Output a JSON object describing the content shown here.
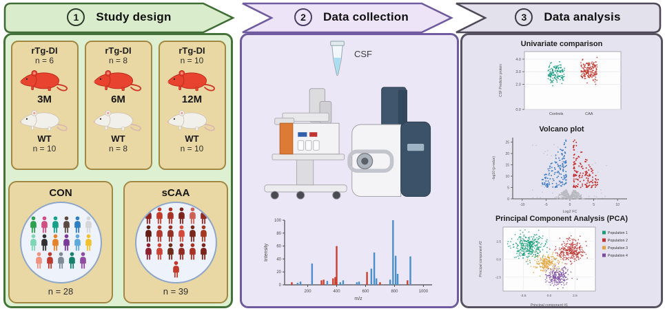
{
  "banners": [
    {
      "number": "1",
      "title": "Study design"
    },
    {
      "number": "2",
      "title": "Data collection"
    },
    {
      "number": "3",
      "title": "Data analysis"
    }
  ],
  "study": {
    "cards": [
      {
        "genotype": "rTg-DI",
        "n_tg": "n = 6",
        "age": "3M",
        "wt": "WT",
        "n_wt": "n = 10"
      },
      {
        "genotype": "rTg-DI",
        "n_tg": "n = 8",
        "age": "6M",
        "wt": "WT",
        "n_wt": "n = 8"
      },
      {
        "genotype": "rTg-DI",
        "n_tg": "n = 10",
        "age": "12M",
        "wt": "WT",
        "n_wt": "n = 10"
      }
    ],
    "rat_colors": {
      "red": {
        "body": "#e8432f",
        "outline": "#b92a1a",
        "ear": "#f59084",
        "tail": "#cf3a28"
      },
      "white": {
        "body": "#f2f0ea",
        "outline": "#cfc5b6",
        "ear": "#e8a9a0",
        "tail": "#dcb9ad"
      }
    }
  },
  "cohorts": [
    {
      "title": "CON",
      "n": "n = 28",
      "people": [
        "#2e9e4f",
        "#cf4f82",
        "#16a08a",
        "#5a4a40",
        "#2e7fc1",
        "#d4d6d8",
        "#7ed6b4",
        "#303030",
        "#e6822a",
        "#7a3b98",
        "#5fa8dc",
        "#f2c12e",
        "#f0927f",
        "#bd3a2f",
        "#7e8b96",
        "#17806b",
        "#8e4da0"
      ]
    },
    {
      "title": "sCAA",
      "n": "n = 39",
      "people": [
        "#8e2020",
        "#c23b2b",
        "#a93226",
        "#7b241c",
        "#cd6155",
        "#922b21",
        "#641e16",
        "#b03a2e",
        "#943126",
        "#d24a3a",
        "#78281f",
        "#a33a1f",
        "#8e1f2f",
        "#cb4335",
        "#6e2c1a",
        "#922b21",
        "#a93226",
        "#7b241c",
        "#c0392b"
      ]
    }
  ],
  "collection": {
    "csf_label": "CSF"
  },
  "chart_data": [
    {
      "name": "spectrum",
      "type": "bar",
      "xlabel": "m/z",
      "ylabel": "Intensity",
      "xlim": [
        40,
        1060
      ],
      "ylim": [
        0,
        100
      ],
      "xticks": [
        200,
        400,
        600,
        800,
        1000
      ],
      "yticks": [
        0,
        20,
        40,
        60,
        80,
        100
      ],
      "colors": {
        "b": "#4a8fc7",
        "r": "#c8402f"
      },
      "peaks": [
        [
          90,
          4,
          "r"
        ],
        [
          130,
          3,
          "b"
        ],
        [
          150,
          5,
          "b"
        ],
        [
          230,
          33,
          "b"
        ],
        [
          295,
          7,
          "r"
        ],
        [
          310,
          8,
          "r"
        ],
        [
          335,
          6,
          "b"
        ],
        [
          375,
          10,
          "r"
        ],
        [
          390,
          12,
          "r"
        ],
        [
          400,
          60,
          "r"
        ],
        [
          425,
          4,
          "b"
        ],
        [
          445,
          7,
          "b"
        ],
        [
          540,
          4,
          "b"
        ],
        [
          555,
          5,
          "b"
        ],
        [
          610,
          20,
          "r"
        ],
        [
          640,
          25,
          "b"
        ],
        [
          660,
          50,
          "b"
        ],
        [
          675,
          10,
          "b"
        ],
        [
          700,
          4,
          "r"
        ],
        [
          770,
          8,
          "b"
        ],
        [
          790,
          100,
          "b"
        ],
        [
          808,
          45,
          "b"
        ],
        [
          822,
          17,
          "b"
        ],
        [
          890,
          7,
          "r"
        ],
        [
          910,
          44,
          "b"
        ]
      ]
    },
    {
      "name": "univariate",
      "type": "jitter",
      "title": "Univariate comparison",
      "ylabel": "CSF Predictor protein",
      "categories": [
        "Controls",
        "CAA"
      ],
      "ylim": [
        0,
        4.6
      ],
      "ytick_values": [
        4,
        3,
        2,
        0
      ],
      "ytick_labels": [
        "4.0",
        "3.0",
        "2.0",
        "0.0"
      ],
      "groups": [
        {
          "label": "Controls",
          "color": "#1a9c82",
          "x": 0.33,
          "mean": 2.85,
          "sd": 0.38,
          "n": 140
        },
        {
          "label": "CAA",
          "color": "#c03a30",
          "x": 0.67,
          "mean": 3.1,
          "sd": 0.38,
          "n": 180
        }
      ]
    },
    {
      "name": "volcano",
      "type": "volcano",
      "title": "Volcano plot",
      "xlabel": "Log2 FC",
      "ylabel": "-log10 (p-value)",
      "xlim": [
        -12,
        12
      ],
      "ylim": [
        0,
        27
      ],
      "xticks": [
        -10,
        -5,
        0,
        5,
        10
      ],
      "yticks": [
        0,
        5,
        10,
        15,
        20,
        25
      ],
      "colors": {
        "up": "#c22a28",
        "down": "#3d7bc4",
        "ns": "#b9b9bf"
      },
      "counts": {
        "mound": 430,
        "wing": 150,
        "speckle": 60
      }
    },
    {
      "name": "pca",
      "type": "scatter",
      "title": "Principal Component Analysis (PCA)",
      "xlabel": "Principal component #1",
      "ylabel": "Principal component #2",
      "xticks": [
        "-2.5",
        "0.0",
        "2.5"
      ],
      "yticks": [
        "2.5",
        "0.0",
        "-2.5"
      ],
      "legend": [
        {
          "label": "Population 1",
          "color": "#199c77"
        },
        {
          "label": "Population 2",
          "color": "#bb3430"
        },
        {
          "label": "Population 3",
          "color": "#e2a33c"
        },
        {
          "label": "Population 4",
          "color": "#7a4b9e"
        }
      ],
      "clusters": [
        {
          "color": "#199c77",
          "cx": 0.28,
          "cy": 0.7,
          "sdx": 0.085,
          "sdy": 0.095,
          "n": 330
        },
        {
          "color": "#bb3430",
          "cx": 0.73,
          "cy": 0.62,
          "sdx": 0.075,
          "sdy": 0.085,
          "n": 280
        },
        {
          "color": "#e2a33c",
          "cx": 0.46,
          "cy": 0.44,
          "sdx": 0.065,
          "sdy": 0.065,
          "n": 210
        },
        {
          "color": "#7a4b9e",
          "cx": 0.6,
          "cy": 0.22,
          "sdx": 0.06,
          "sdy": 0.075,
          "n": 210
        }
      ]
    }
  ]
}
